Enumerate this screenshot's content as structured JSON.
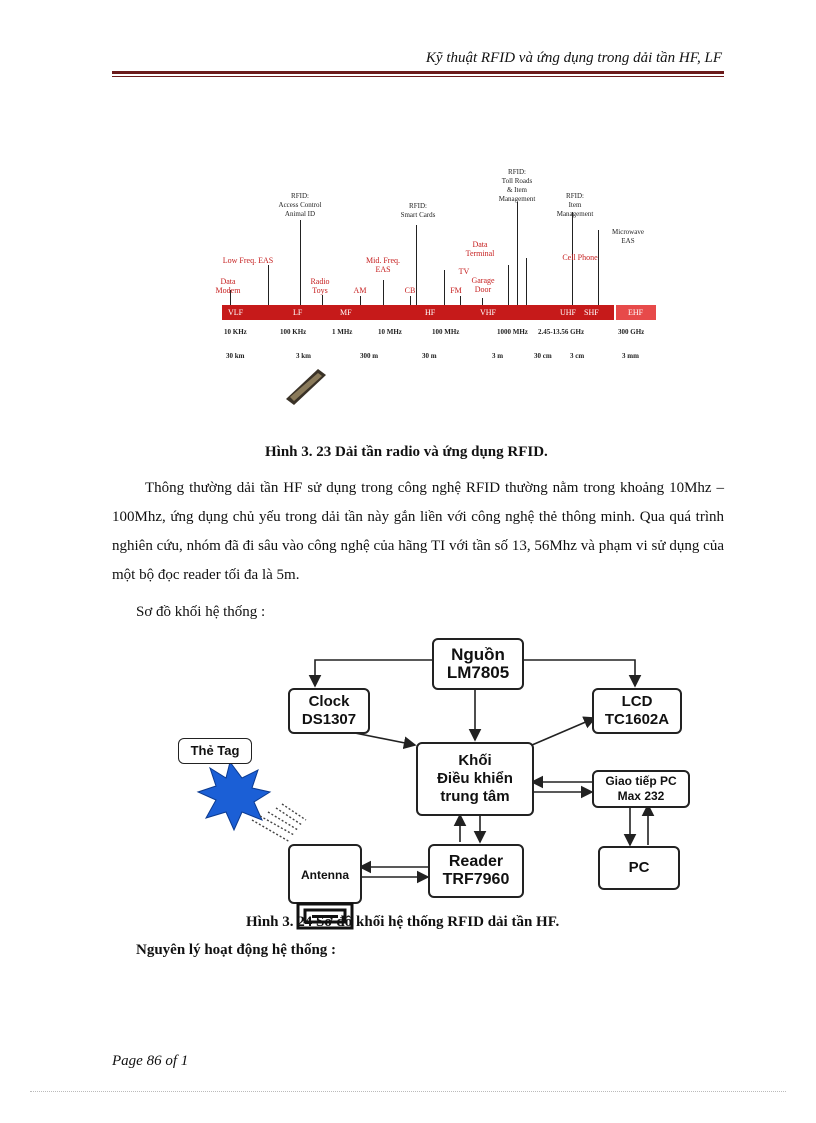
{
  "header": {
    "title": "Kỹ thuật RFID và ứng dụng trong dải tần HF, LF"
  },
  "spectrum_figure": {
    "bands": [
      "VLF",
      "LF",
      "MF",
      "HF",
      "VHF",
      "UHF",
      "SHF",
      "EHF"
    ],
    "frequencies": [
      "10 KHz",
      "100 KHz",
      "1 MHz",
      "10 MHz",
      "100 MHz",
      "1000 MHz",
      "2.45-13.56 GHz",
      "300 GHz"
    ],
    "wavelengths": [
      "30 km",
      "3 km",
      "300 m",
      "30 m",
      "3 m",
      "30 cm",
      "3 cm",
      "3 mm"
    ],
    "applications": {
      "data_modem": "Data\nModem",
      "low_freq_eas": "Low Freq. EAS",
      "rfid_access": "RFID:\nAccess Control\nAnimal ID",
      "radio_toys": "Radio\nToys",
      "am": "AM",
      "mid_freq_eas": "Mid. Freq.\nEAS",
      "cb": "CB",
      "rfid_smart_cards": "RFID:\nSmart Cards",
      "fm": "FM",
      "data_terminal": "Data\nTerminal",
      "tv": "TV",
      "garage_door": "Garage\nDoor",
      "rfid_toll": "RFID:\nToll Roads\n& Item\nManagement",
      "cell_phone": "Cell Phone",
      "rfid_item": "RFID:\nItem\nManagement",
      "microwave_eas": "Microwave\nEAS"
    },
    "caption": "Hình 3. 23  Dải tần radio và ứng dụng RFID."
  },
  "body": {
    "paragraph1": "Thông thường dải tần HF sử dụng trong công nghệ RFID thường nằm trong khoảng 10Mhz – 100Mhz, ứng dụng chủ yếu trong dải tần này gắn liền với công nghệ thẻ thông minh. Qua quá trình nghiên cứu, nhóm đã đi sâu vào công nghệ của hãng TI với tần số 13, 56Mhz và phạm vi sử dụng của một bộ đọc reader tối đa là 5m.",
    "system_diagram_label": "Sơ đồ khối hệ thống :"
  },
  "block_diagram": {
    "power": "Nguồn\nLM7805",
    "clock": "Clock\nDS1307",
    "lcd": "LCD\nTC1602A",
    "controller": "Khối\nĐiều khiển\ntrung tâm",
    "pc_interface": "Giao tiếp PC\nMax 232",
    "pc": "PC",
    "reader": "Reader\nTRF7960",
    "antenna": "Antenna",
    "tag": "Thẻ Tag",
    "caption": "Hình 3. 24   Sơ đồ khối hệ thống RFID dải tần HF."
  },
  "section_heading": "Nguyên lý hoạt động hệ thống :",
  "footer": {
    "page": "Page 86 of 1"
  }
}
